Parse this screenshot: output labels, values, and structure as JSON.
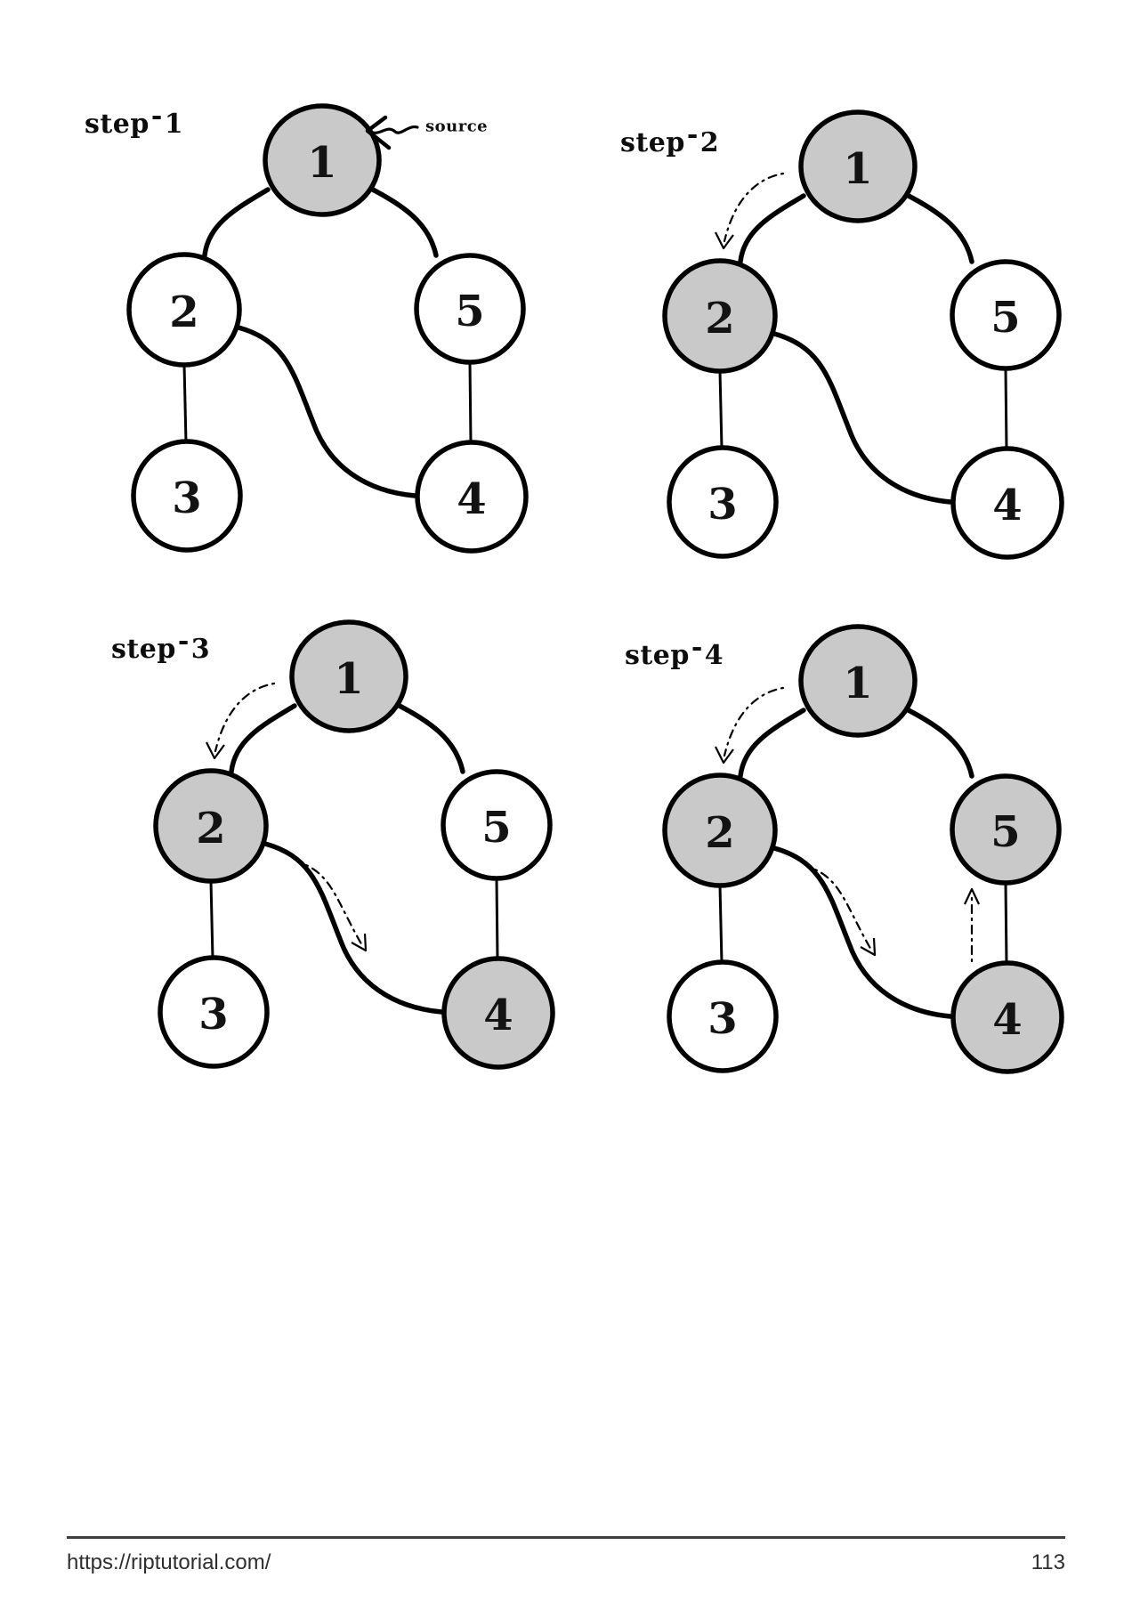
{
  "figure": {
    "node_labels": [
      "1",
      "2",
      "3",
      "4",
      "5"
    ],
    "edges": [
      [
        "1",
        "2"
      ],
      [
        "1",
        "5"
      ],
      [
        "2",
        "3"
      ],
      [
        "2",
        "4"
      ],
      [
        "5",
        "4"
      ]
    ],
    "colors": {
      "visited_fill": "#c9c9c9",
      "unvisited_fill": "#ffffff",
      "line": "#000000"
    },
    "steps": [
      {
        "label_prefix": "step",
        "label_separator": "-",
        "label_number": "1",
        "visited": [
          "1"
        ],
        "traversal_arrows": [],
        "source_annotation": {
          "text": "source",
          "node": "1"
        }
      },
      {
        "label_prefix": "step",
        "label_separator": "-",
        "label_number": "2",
        "visited": [
          "1",
          "2"
        ],
        "traversal_arrows": [
          "1-2"
        ],
        "source_annotation": null
      },
      {
        "label_prefix": "step",
        "label_separator": "-",
        "label_number": "3",
        "visited": [
          "1",
          "2",
          "4"
        ],
        "traversal_arrows": [
          "1-2",
          "2-4"
        ],
        "source_annotation": null
      },
      {
        "label_prefix": "step",
        "label_separator": "-",
        "label_number": "4",
        "visited": [
          "1",
          "2",
          "4",
          "5"
        ],
        "traversal_arrows": [
          "1-2",
          "2-4",
          "4-5"
        ],
        "source_annotation": null
      }
    ]
  },
  "footer": {
    "url": "https://riptutorial.com/",
    "page_number": "113"
  }
}
